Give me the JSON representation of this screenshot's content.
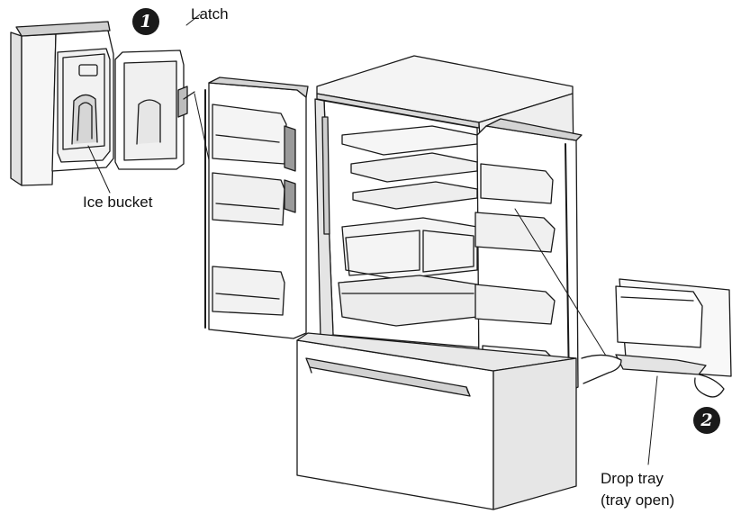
{
  "labels": {
    "latch": "Latch",
    "ice_bucket": "Ice bucket",
    "drop_tray_line1": "Drop tray",
    "drop_tray_line2": "(tray open)"
  },
  "steps": {
    "step1": "1",
    "step2": "2"
  },
  "colors": {
    "line": "#1a1a1a",
    "shade": "#e2e2e2",
    "dark_shade": "#9a9a9a",
    "badge": "#1a1a1a"
  }
}
